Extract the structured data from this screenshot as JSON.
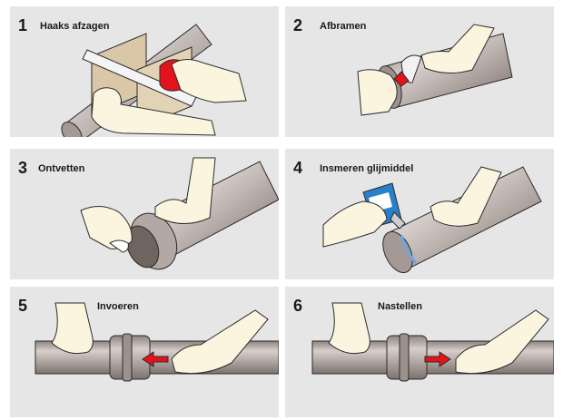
{
  "colors": {
    "panel_bg": "#e6e6e6",
    "pipe_light": "#d7cfcc",
    "pipe_mid": "#b3a8a4",
    "pipe_dark": "#8e837f",
    "skin": "#fbf5e0",
    "accent_red": "#e4131b",
    "outline": "#2b2b2b"
  },
  "steps": [
    {
      "number": "1",
      "label": "Haaks afzagen"
    },
    {
      "number": "2",
      "label": "Afbramen"
    },
    {
      "number": "3",
      "label": "Ontvetten"
    },
    {
      "number": "4",
      "label": "Insmeren glijmiddel"
    },
    {
      "number": "5",
      "label": "Invoeren"
    },
    {
      "number": "6",
      "label": "Nastellen"
    }
  ]
}
